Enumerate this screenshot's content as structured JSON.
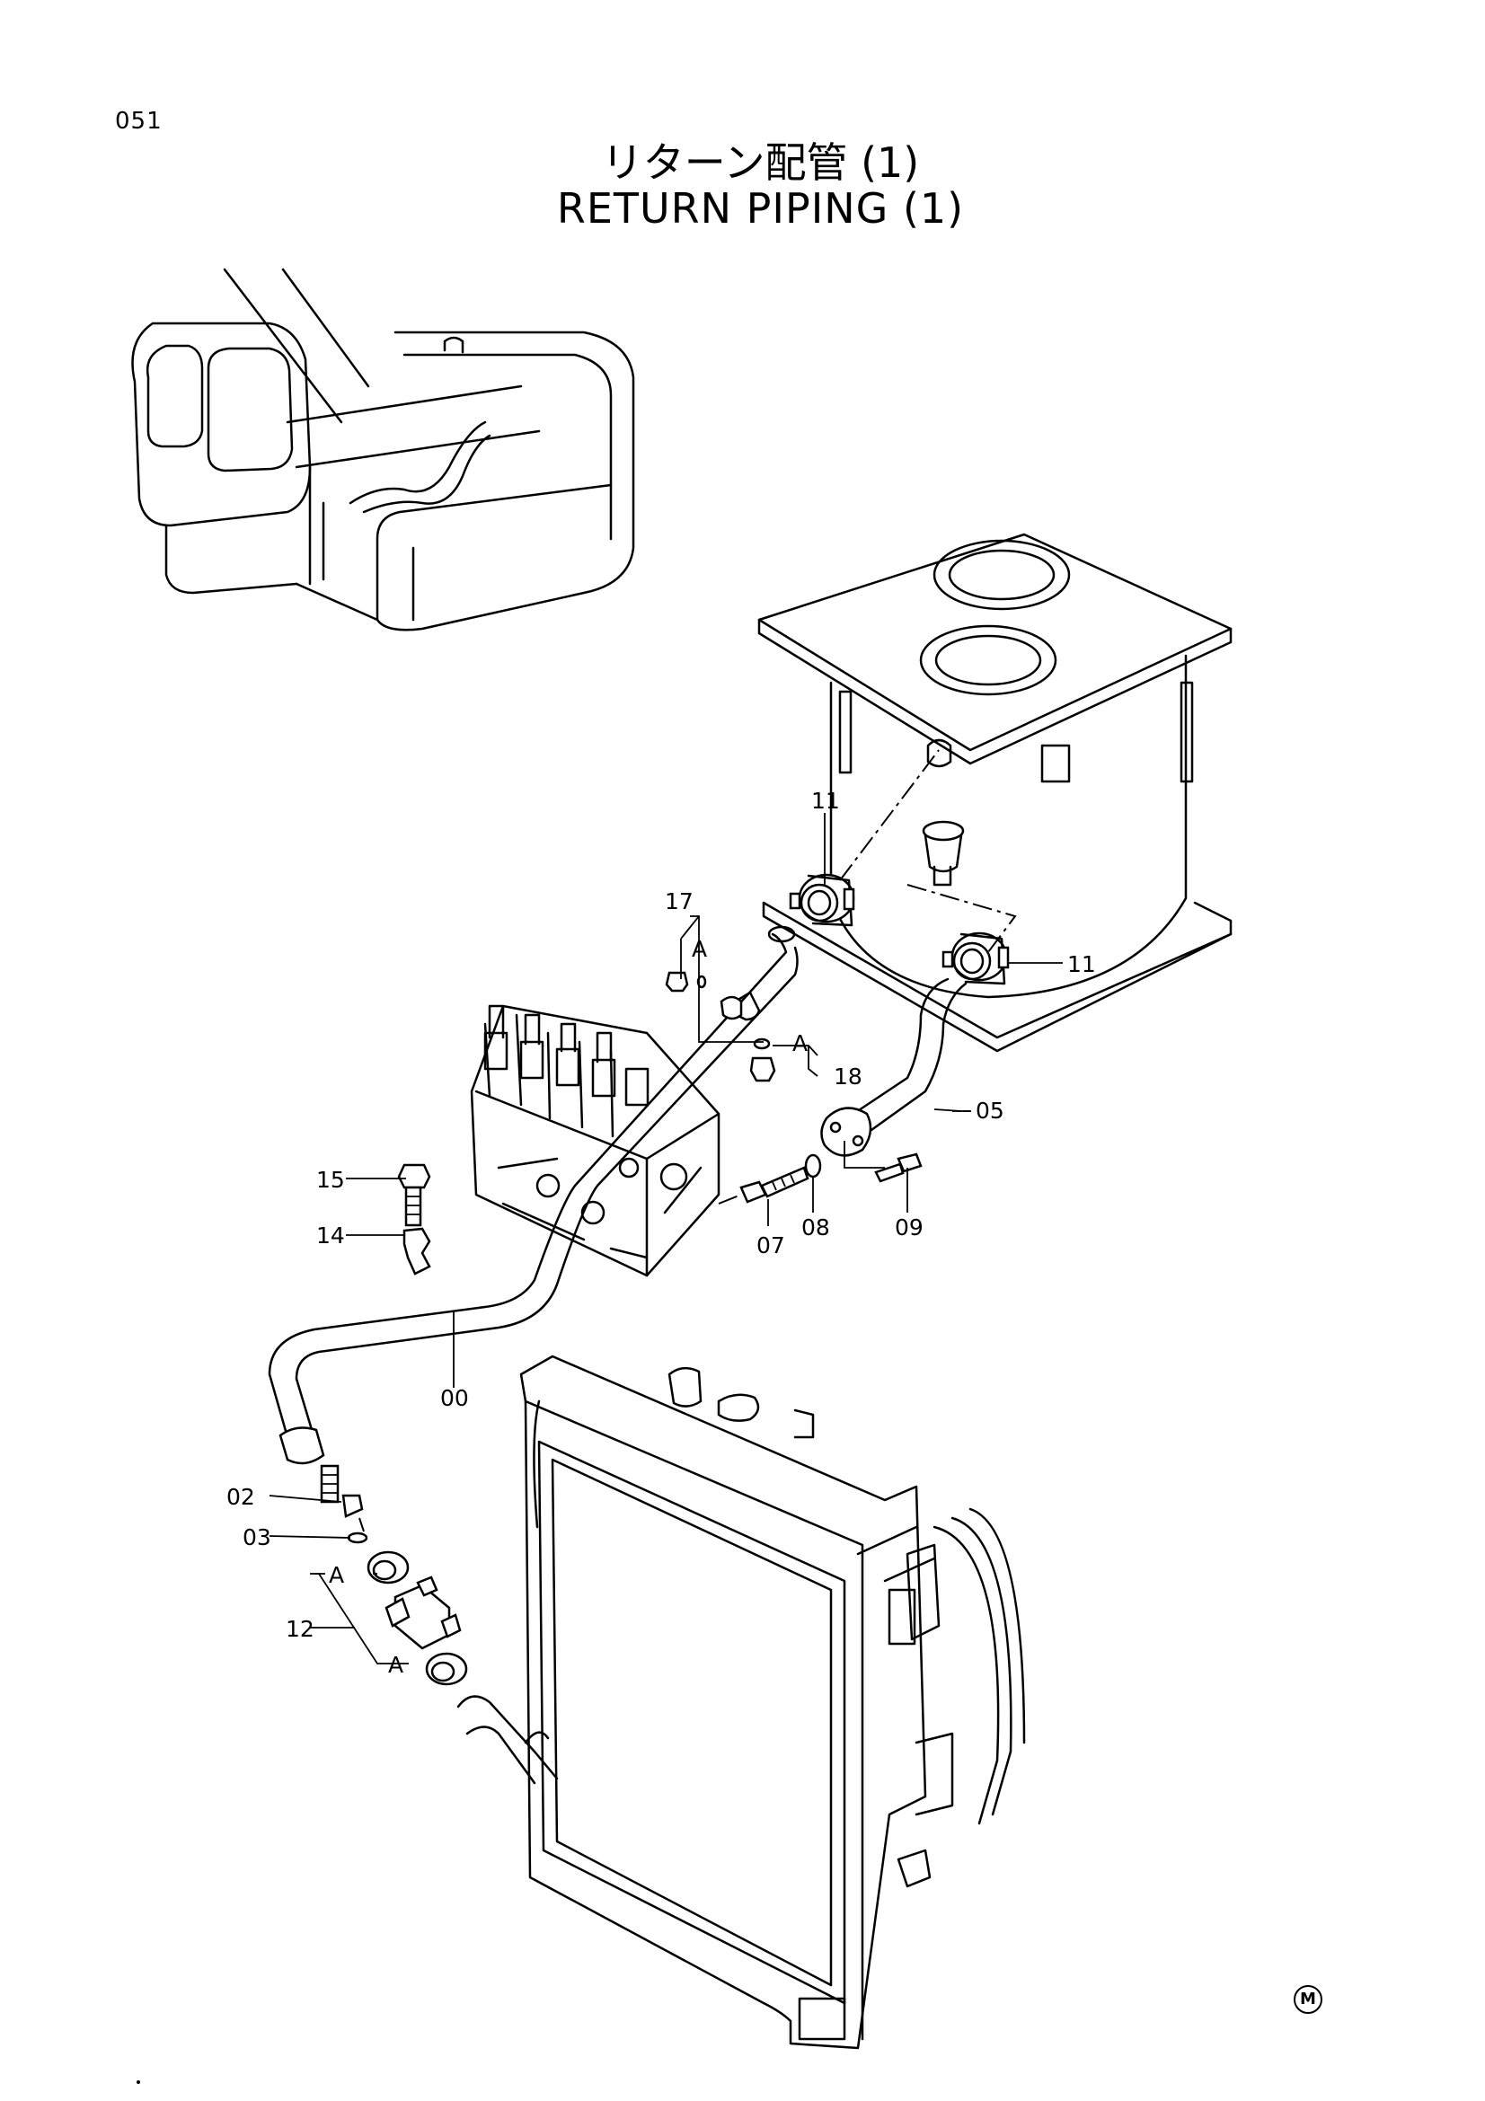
{
  "header": {
    "page_number": "051",
    "title_japanese": "リターン配管 (1)",
    "title_english": "RETURN PIPING (1)"
  },
  "callouts": {
    "p00": "00",
    "p02": "02",
    "p03": "03",
    "p05": "05",
    "p07": "07",
    "p08": "08",
    "p09": "09",
    "p11a": "11",
    "p11b": "11",
    "p12": "12",
    "p14": "14",
    "p15": "15",
    "p17": "17",
    "p18": "18",
    "ref_a1": "A",
    "ref_a2": "A",
    "ref_a3": "A",
    "ref_a4": "A"
  },
  "footer": {
    "trademark": "M"
  }
}
